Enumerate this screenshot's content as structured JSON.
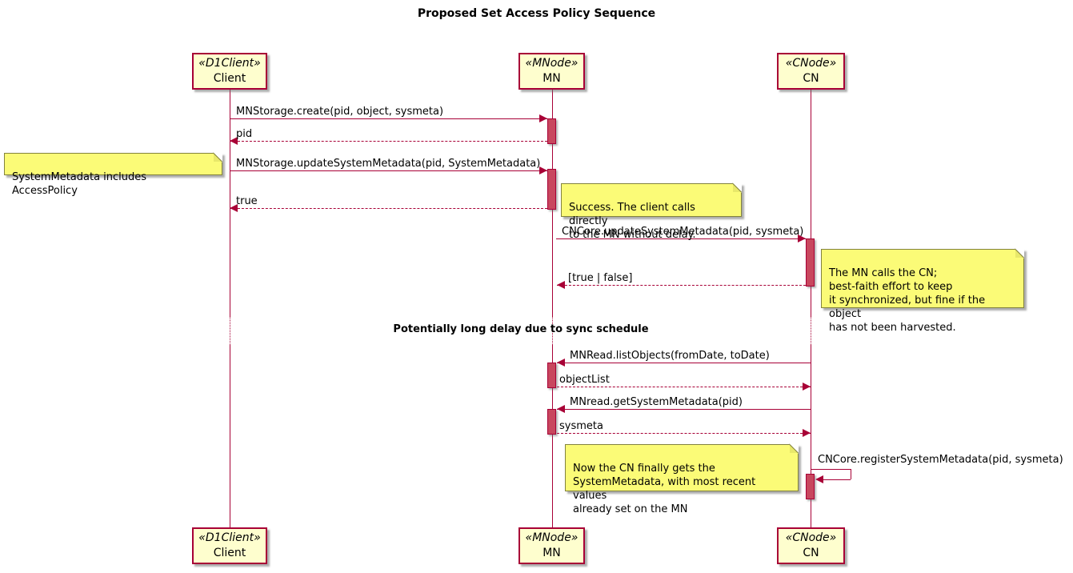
{
  "diagram_type": "uml-sequence",
  "title": "Proposed Set Access Policy Sequence",
  "participants": {
    "client": {
      "stereotype": "«D1Client»",
      "name": "Client"
    },
    "mn": {
      "stereotype": "«MNode»",
      "name": "MN"
    },
    "cn": {
      "stereotype": "«CNode»",
      "name": "CN"
    }
  },
  "messages": {
    "create": {
      "label": "MNStorage.create(pid, object, sysmeta)",
      "from": "Client",
      "to": "MN",
      "style": "solid"
    },
    "create_return": {
      "label": "pid",
      "from": "MN",
      "to": "Client",
      "style": "dashed"
    },
    "update_sysmeta_mn": {
      "label": "MNStorage.updateSystemMetadata(pid, SystemMetadata)",
      "from": "Client",
      "to": "MN",
      "style": "solid"
    },
    "update_sysmeta_mn_return": {
      "label": "true",
      "from": "MN",
      "to": "Client",
      "style": "dashed"
    },
    "update_sysmeta_cn": {
      "label": "CNCore.updateSystemMetadata(pid, sysmeta)",
      "from": "MN",
      "to": "CN",
      "style": "solid"
    },
    "update_sysmeta_cn_return": {
      "label": "[true | false]",
      "from": "CN",
      "to": "MN",
      "style": "dashed"
    },
    "list_objects": {
      "label": "MNRead.listObjects(fromDate, toDate)",
      "from": "CN",
      "to": "MN",
      "style": "solid"
    },
    "list_objects_return": {
      "label": "objectList",
      "from": "MN",
      "to": "CN",
      "style": "dashed"
    },
    "get_sysmeta": {
      "label": "MNread.getSystemMetadata(pid)",
      "from": "CN",
      "to": "MN",
      "style": "solid"
    },
    "get_sysmeta_return": {
      "label": "sysmeta",
      "from": "MN",
      "to": "CN",
      "style": "dashed"
    },
    "register_sysmeta": {
      "label": "CNCore.registerSystemMetadata(pid, sysmeta)",
      "from": "CN",
      "to": "CN",
      "style": "self"
    }
  },
  "notes": {
    "access_policy": "SystemMetadata includes AccessPolicy",
    "success": "Success. The client calls directly\nto the MN without delay.",
    "best_faith": "The MN calls the CN;\nbest-faith effort to keep\nit synchronized, but fine if the object\nhas not been harvested.",
    "finally_gets": "Now the CN finally gets the\nSystemMetadata, with most recent values\nalready set on the MN"
  },
  "delay": {
    "label": "Potentially long delay due to sync schedule"
  },
  "colors": {
    "line": "#A80036",
    "participant_fill": "#FEFECE",
    "note_fill": "#FBFB77",
    "note_border": "#82823D",
    "activation_fill": "#C8475E",
    "background": "#FFFFFF"
  }
}
